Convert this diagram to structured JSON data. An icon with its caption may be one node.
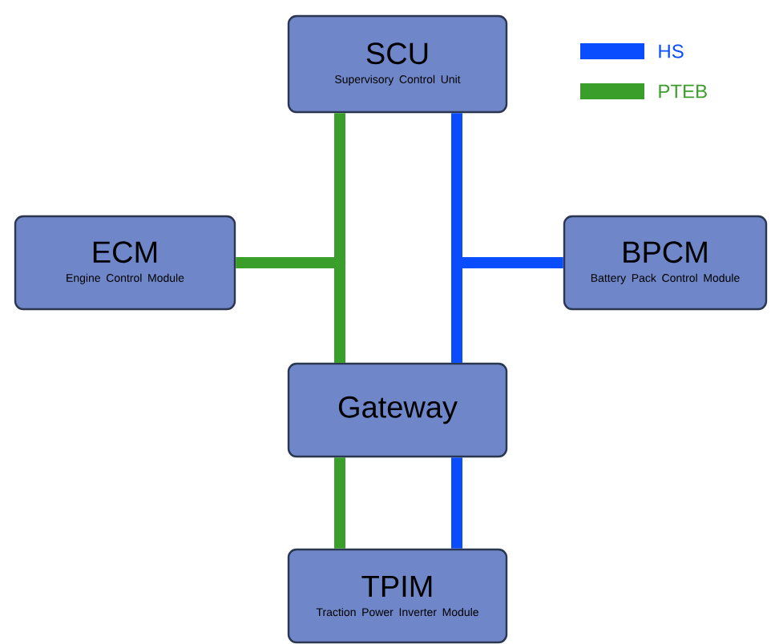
{
  "diagram": {
    "nodes": [
      {
        "text": [
          "SCU",
          "Supervisory Control Unit"
        ]
      },
      {
        "text": [
          "ECM",
          "Engine Control Module"
        ]
      },
      {
        "text": [
          "BPCM",
          "Battery Pack Control Module"
        ]
      },
      {
        "text": [
          "Gateway"
        ]
      },
      {
        "text": [
          "TPIM",
          "Traction Power Inverter Module"
        ]
      }
    ],
    "edges": [
      {
        "from": 0,
        "to": 3,
        "arrow": "none",
        "color": "#3a9e2a"
      },
      {
        "from": 1,
        "to": 3,
        "arrow": "none",
        "color": "#3a9e2a"
      },
      {
        "from": 3,
        "to": 4,
        "arrow": "none",
        "color": "#3a9e2a"
      },
      {
        "from": 0,
        "to": 3,
        "arrow": "none",
        "color": "#0a4dff"
      },
      {
        "from": 2,
        "to": 3,
        "arrow": "none",
        "color": "#0a4dff"
      },
      {
        "from": 3,
        "to": 4,
        "arrow": "none",
        "color": "#0a4dff"
      }
    ],
    "legend": [
      {
        "text": "HS",
        "color": "#0a4dff"
      },
      {
        "text": "PTEB",
        "color": "#3a9e2a"
      }
    ]
  }
}
